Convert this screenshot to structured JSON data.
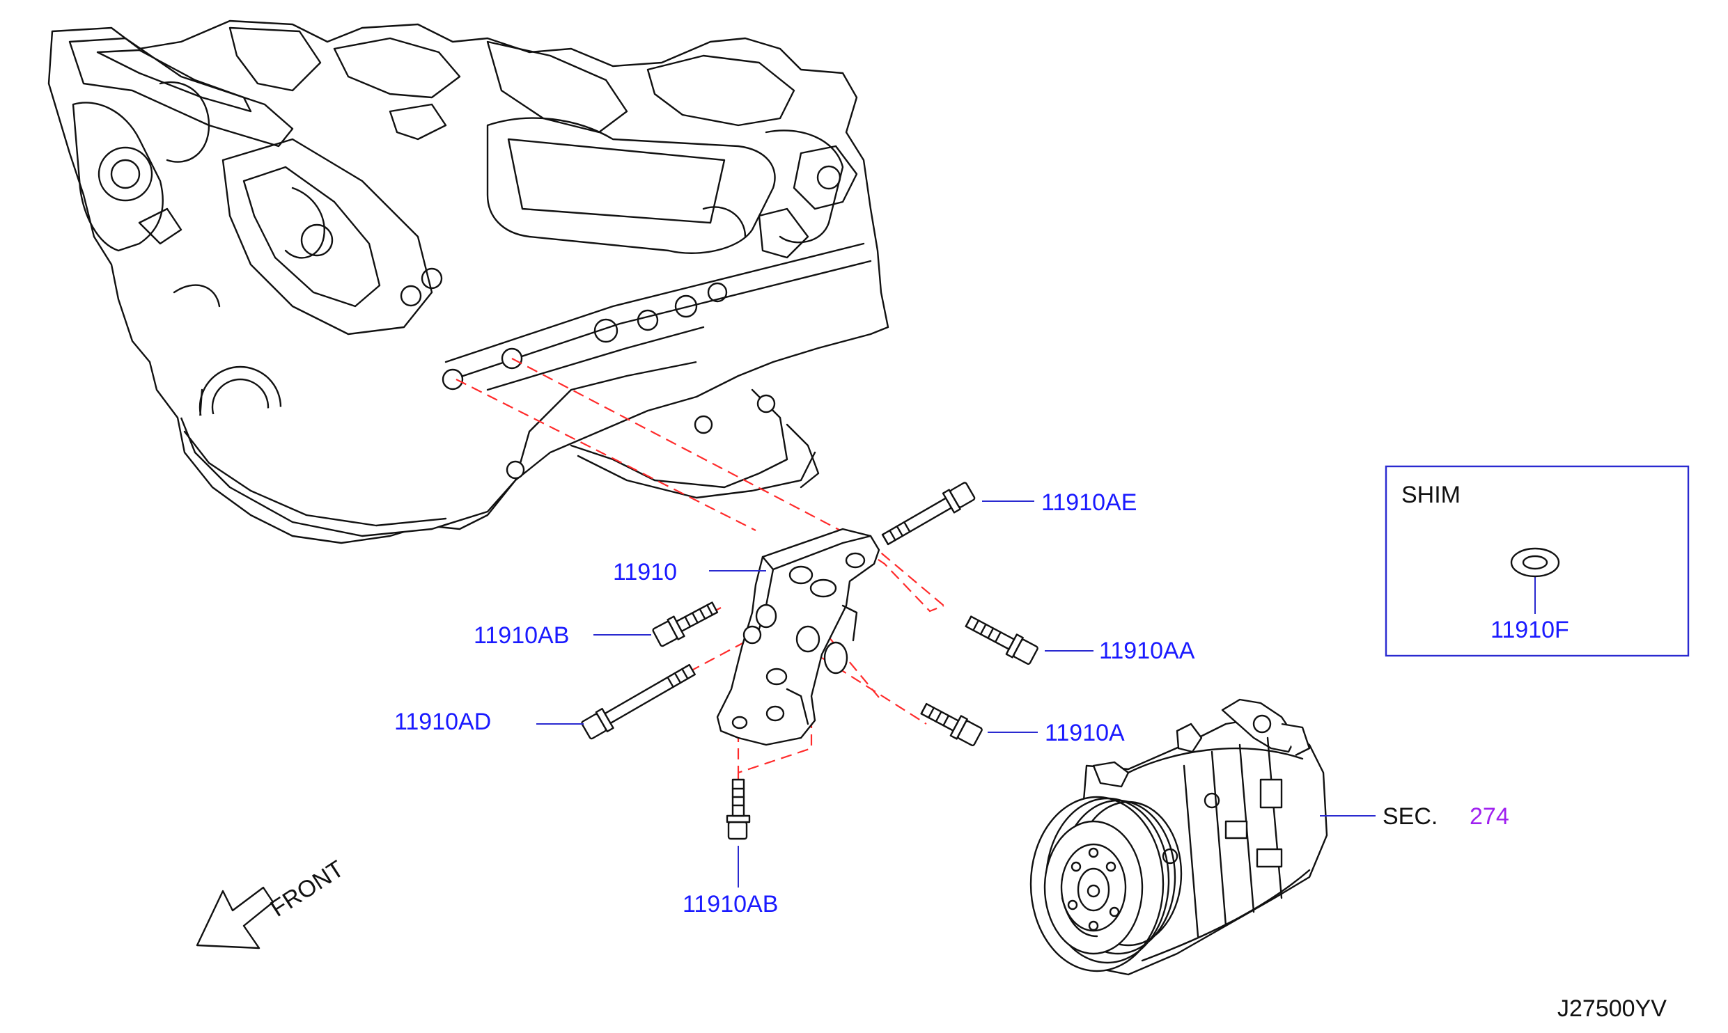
{
  "labels": {
    "bracket": "11910",
    "bolt_ae": "11910AE",
    "bolt_aa": "11910AA",
    "bolt_a": "11910A",
    "bolt_ab_left": "11910AB",
    "bolt_ad": "11910AD",
    "bolt_ab_bottom": "11910AB",
    "sec_prefix": "SEC.",
    "sec_number": "274",
    "shim_title": "SHIM",
    "shim_part": "11910F",
    "front": "FRONT",
    "diagram_id": "J27500YV"
  },
  "colors": {
    "label_blue": "#1a1aff",
    "section_purple": "#a020f0",
    "guide_dash_red": "#ff2a2a",
    "line_black": "#111111"
  }
}
